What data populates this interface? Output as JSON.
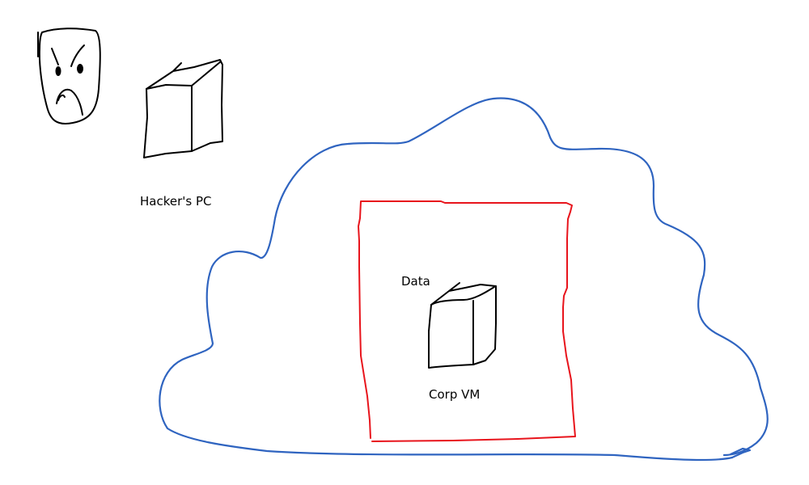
{
  "diagram": {
    "nodes": [
      {
        "id": "hacker",
        "icon": "angry-face-icon"
      },
      {
        "id": "hackers-pc",
        "icon": "computer-box-icon",
        "label": "Hacker's PC"
      },
      {
        "id": "corp-vm",
        "icon": "computer-box-icon",
        "label": "Corp VM"
      }
    ],
    "annotations": {
      "data_label": "Data"
    },
    "regions": [
      {
        "id": "cloud",
        "shape": "cloud",
        "color": "#2f64c0"
      },
      {
        "id": "security-boundary",
        "shape": "rectangle",
        "color": "#e8141c"
      }
    ]
  },
  "labels": {
    "hackers_pc": "Hacker's PC",
    "data": "Data",
    "corp_vm": "Corp VM"
  },
  "colors": {
    "ink": "#000000",
    "cloud": "#2f64c0",
    "boundary": "#e8141c",
    "background": "#ffffff"
  }
}
